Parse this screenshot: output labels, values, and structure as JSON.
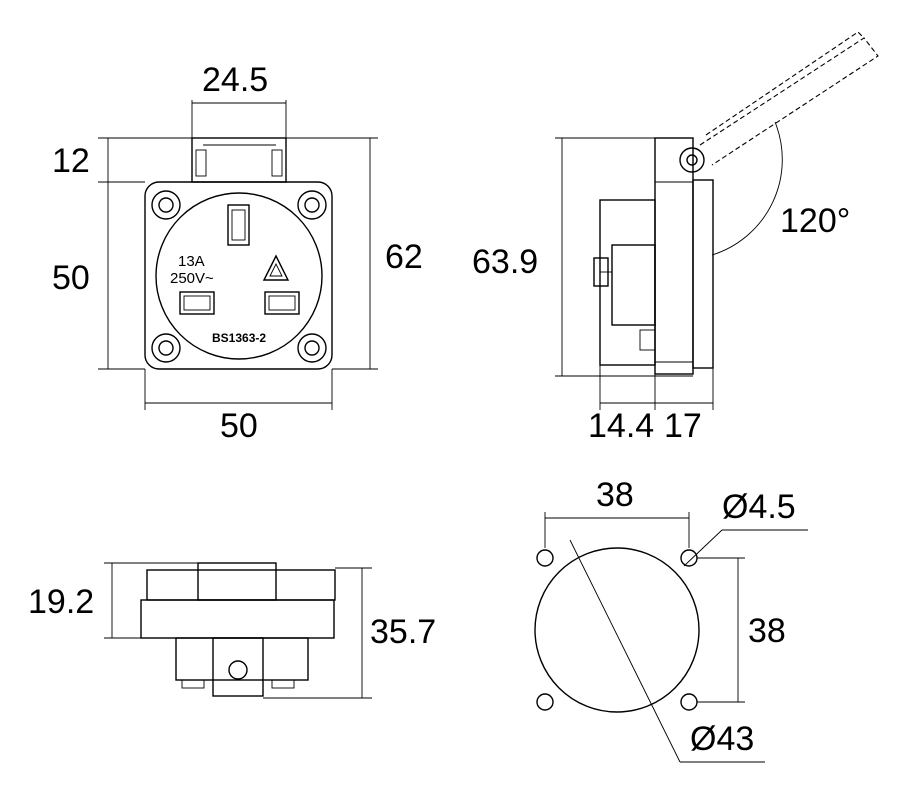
{
  "front_view": {
    "top_latch_width": "24.5",
    "latch_height": "12",
    "plate_height": "50",
    "overall_height": "62",
    "plate_width": "50",
    "rating_current": "13A",
    "rating_voltage": "250V~",
    "standard": "BS1363-2"
  },
  "side_view": {
    "overall_height": "63.9",
    "lid_angle": "120°",
    "rear_depth": "14.4",
    "front_depth": "17"
  },
  "bottom_view": {
    "flange_height": "19.2",
    "overall_depth": "35.7"
  },
  "cutout_view": {
    "hole_spacing_x": "38",
    "hole_diameter": "Ø4.5",
    "hole_spacing_y": "38",
    "cutout_diameter": "Ø43"
  }
}
